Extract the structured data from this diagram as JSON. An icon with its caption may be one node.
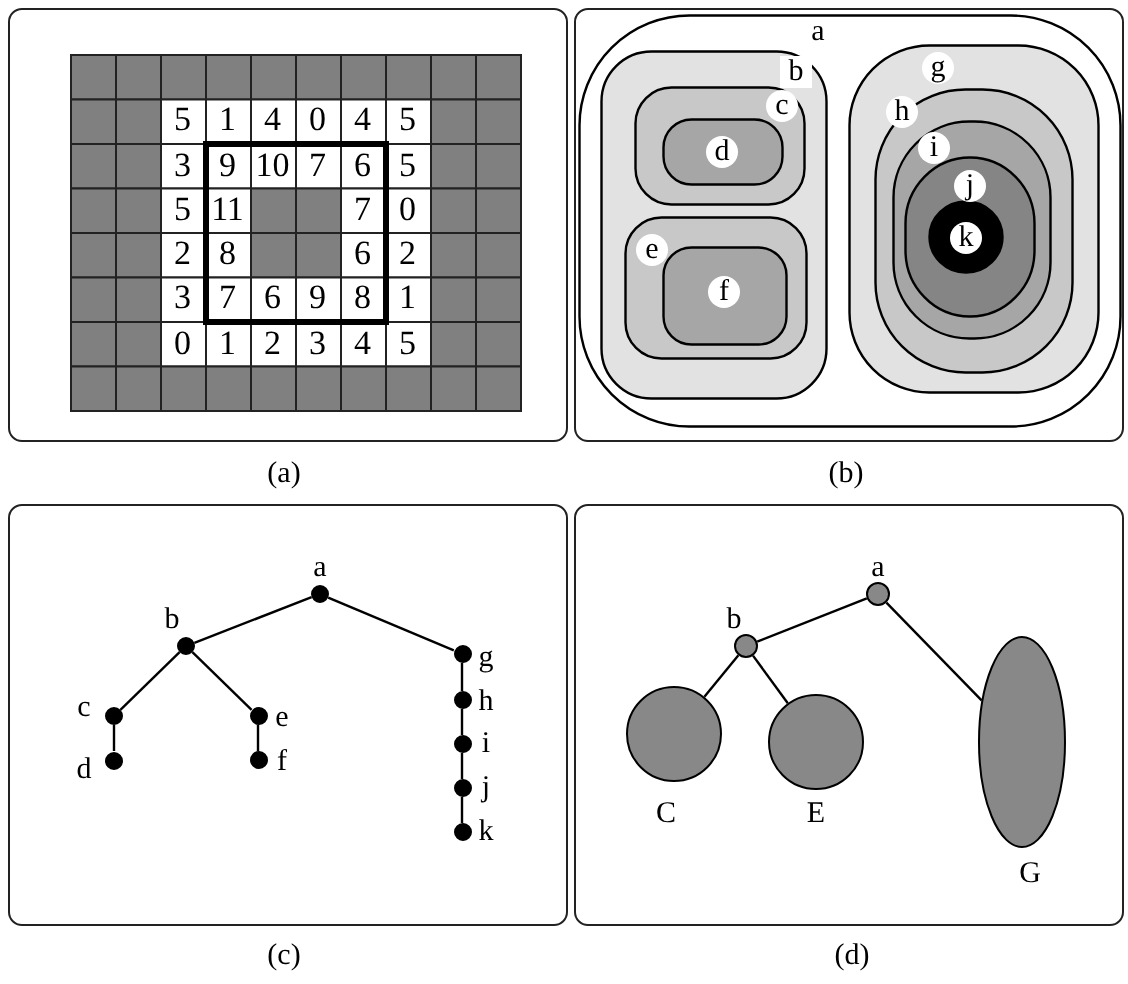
{
  "diagram": {
    "nodes": [
      {
        "text": [
          "a"
        ]
      },
      {
        "text": [
          "b"
        ],
        "in": 0
      },
      {
        "text": [
          "c"
        ],
        "in": 1
      },
      {
        "text": [
          "d"
        ],
        "in": 2
      },
      {
        "text": [
          "e"
        ],
        "in": 1
      },
      {
        "text": [
          "f"
        ],
        "in": 4
      },
      {
        "text": [
          "g"
        ],
        "in": 0
      },
      {
        "text": [
          "h"
        ],
        "in": 6
      },
      {
        "text": [
          "i"
        ],
        "in": 7
      },
      {
        "text": [
          "j"
        ],
        "in": 8
      },
      {
        "text": [
          "k"
        ],
        "in": 9
      },
      {
        "text": [
          "a"
        ]
      },
      {
        "text": [
          "b"
        ]
      },
      {
        "text": [
          "c"
        ]
      },
      {
        "text": [
          "d"
        ]
      },
      {
        "text": [
          "e"
        ]
      },
      {
        "text": [
          "f"
        ]
      },
      {
        "text": [
          "g"
        ]
      },
      {
        "text": [
          "h"
        ]
      },
      {
        "text": [
          "i"
        ]
      },
      {
        "text": [
          "j"
        ]
      },
      {
        "text": [
          "k"
        ]
      },
      {
        "text": [
          "a"
        ]
      },
      {
        "text": [
          "b"
        ]
      },
      {
        "text": [
          "C"
        ]
      },
      {
        "text": [
          "E"
        ]
      },
      {
        "text": [
          "G"
        ]
      }
    ],
    "edges": [
      {
        "from": 11,
        "to": 12,
        "arrow": "none"
      },
      {
        "from": 11,
        "to": 17,
        "arrow": "none"
      },
      {
        "from": 12,
        "to": 13,
        "arrow": "none"
      },
      {
        "from": 12,
        "to": 15,
        "arrow": "none"
      },
      {
        "from": 13,
        "to": 14,
        "arrow": "none"
      },
      {
        "from": 15,
        "to": 16,
        "arrow": "none"
      },
      {
        "from": 17,
        "to": 18,
        "arrow": "none"
      },
      {
        "from": 18,
        "to": 19,
        "arrow": "none"
      },
      {
        "from": 19,
        "to": 20,
        "arrow": "none"
      },
      {
        "from": 20,
        "to": 21,
        "arrow": "none"
      },
      {
        "from": 22,
        "to": 23,
        "arrow": "none"
      },
      {
        "from": 22,
        "to": 26,
        "arrow": "none"
      },
      {
        "from": 23,
        "to": 24,
        "arrow": "none"
      },
      {
        "from": 23,
        "to": 25,
        "arrow": "none"
      }
    ],
    "labels": [
      "5",
      "1",
      "4",
      "0",
      "4",
      "5",
      "3",
      "9",
      "10",
      "7",
      "6",
      "5",
      "5",
      "11",
      "7",
      "0",
      "2",
      "8",
      "6",
      "2",
      "3",
      "7",
      "6",
      "9",
      "8",
      "1",
      "0",
      "1",
      "2",
      "3",
      "4",
      "5",
      "(a)",
      "(b)",
      "(c)",
      "(d)"
    ]
  }
}
